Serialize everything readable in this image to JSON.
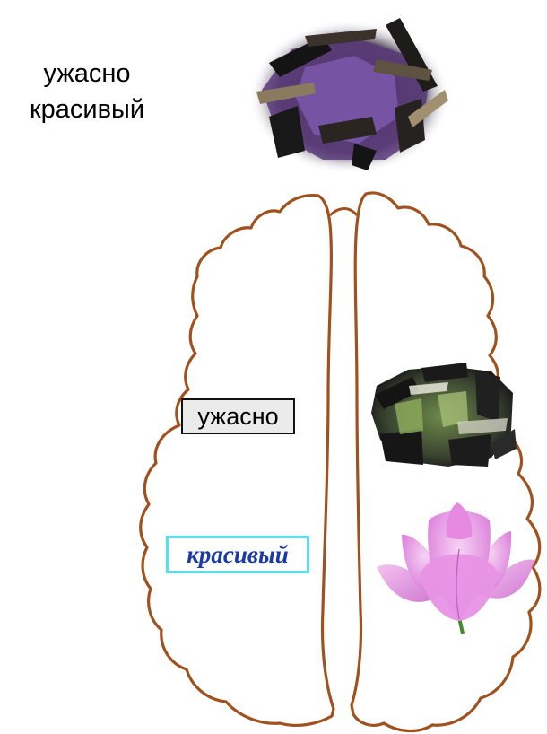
{
  "phrase": {
    "line1": "ужасно",
    "line2": "красивый"
  },
  "left_hemisphere_word": "ужасно",
  "right_hemisphere_word": "красивый",
  "colors": {
    "brain_outline": "#a0521e",
    "left_word_box_fill": "#ebebeb",
    "left_word_box_border": "#111111",
    "right_word_box_border": "#4fe3f0",
    "right_word_text": "#1a3aa8",
    "lotus_petal": "#e07fdc",
    "lotus_petal_light": "#f7d2f4",
    "stem": "#3f8a2a"
  },
  "icons": {
    "top_image": "distorted-lotus-image",
    "right_upper_image": "distorted-green-image",
    "right_lower_image": "lotus-flower-image"
  }
}
